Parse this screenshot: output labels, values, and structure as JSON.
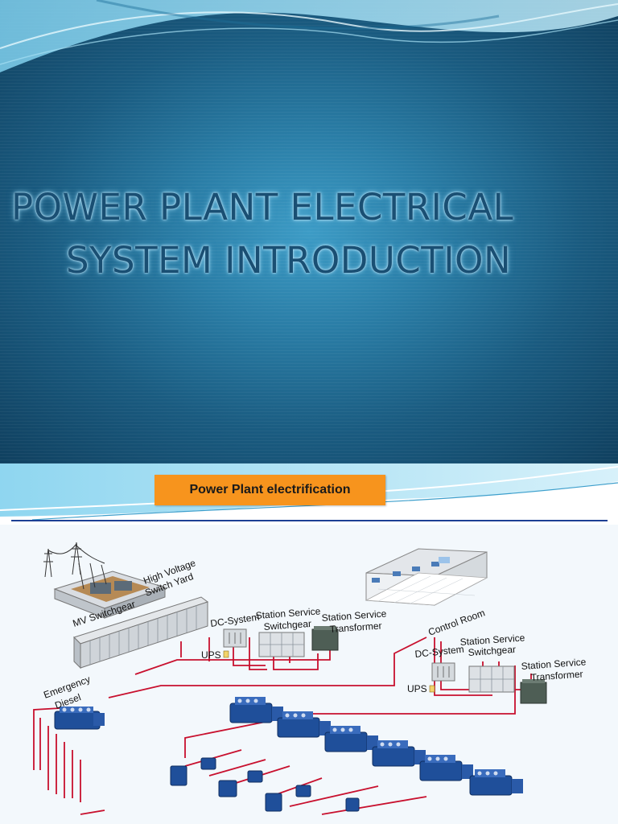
{
  "slide1": {
    "title_line1": "POWER PLANT ELECTRICAL",
    "title_line2": "SYSTEM INTRODUCTION"
  },
  "slide2": {
    "header": "Power Plant electrification",
    "labels": {
      "hv_yard_1": "High Voltage",
      "hv_yard_2": "Switch Yard",
      "mv_switchgear": "MV Switchgear",
      "dc_system_1": "DC-System",
      "ups_1": "UPS",
      "ss_switchgear_1a": "Station Service",
      "ss_switchgear_1b": "Switchgear",
      "ss_transformer_1a": "Station Service",
      "ss_transformer_1b": "Transformer",
      "control_room": "Control Room",
      "dc_system_2": "DC-System",
      "ups_2": "UPS",
      "ss_switchgear_2a": "Station Service",
      "ss_switchgear_2b": "Switchgear",
      "ss_transformer_2a": "Station Service",
      "ss_transformer_2b": "Transformer",
      "emergency_diesel_1": "Emergency",
      "emergency_diesel_2": "Diesel"
    }
  },
  "colors": {
    "slide1_bg": "#1a5b80",
    "title_text": "#1a4f73",
    "header_box": "#f7941d",
    "divider": "#1c3f94",
    "cable": "#c8102e",
    "engine": "#1f4f9a"
  }
}
